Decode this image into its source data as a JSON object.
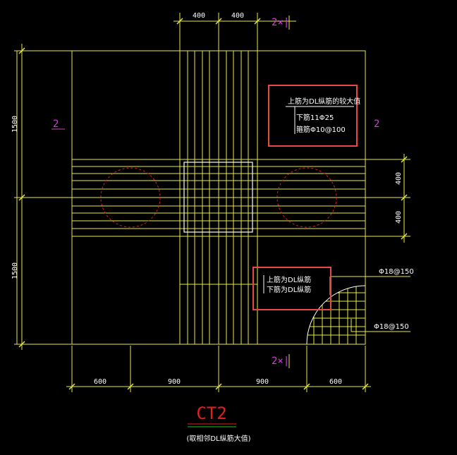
{
  "drawing": {
    "title": "CT2",
    "subtitle": "(取相邻DL纵筋大值)",
    "axis_label_left": "2",
    "axis_label_right": "2",
    "axis_label_top": "2×|",
    "axis_label_bottom": "2×|"
  },
  "dimensions": {
    "top_left": "400",
    "top_right": "400",
    "left_upper": "1500",
    "left_lower": "1500",
    "right_upper": "400",
    "right_lower": "400",
    "bottom": [
      "600",
      "900",
      "900",
      "600"
    ]
  },
  "annotations": {
    "box1": {
      "line1": "上筋为DL纵筋的较大值",
      "line2": "下筋11Φ25",
      "line3": "箍筋Φ10@100"
    },
    "box2": {
      "line1": "上筋为DL纵筋",
      "line2": "下筋为DL纵筋"
    },
    "rebar_top": "Φ18@150",
    "rebar_bottom": "Φ18@150"
  },
  "colors": {
    "line": "#e8e84a",
    "text": "#ffffff",
    "label": "#d040d0",
    "highlight": "#e84848",
    "pile": "#e02020",
    "underline": "#20c020"
  }
}
